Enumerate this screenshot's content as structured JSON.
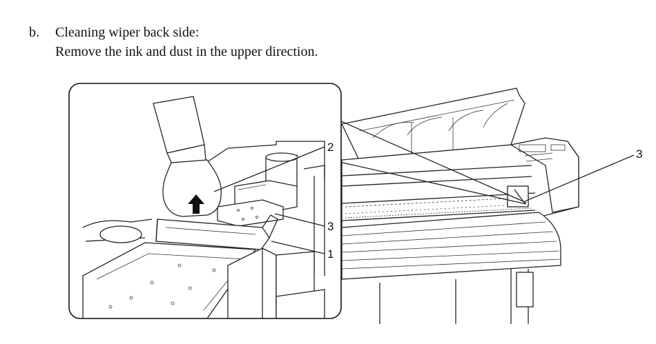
{
  "instruction": {
    "letter": "b.",
    "title": "Cleaning wiper back side:",
    "detail": "Remove the ink and dust in the upper direction."
  },
  "callouts": {
    "detail_wiper": "1",
    "detail_swab": "2",
    "detail_wiper_back": "3",
    "printer_location": "3"
  }
}
